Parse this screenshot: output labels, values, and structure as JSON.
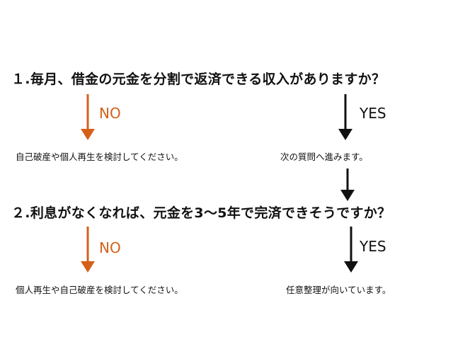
{
  "questions": {
    "q1": "１.毎月、借金の元金を分割で返済できる収入がありますか？",
    "q2": "２.利息がなくなれば、元金を3〜5年で完済できそうですか？"
  },
  "labels": {
    "no": "NO",
    "yes": "YES"
  },
  "answers": {
    "q1_no": "自己破産や個人再生を検討してください。",
    "q1_yes": "次の質問へ進みます。",
    "q2_no": "個人再生や自己破産を検討してください。",
    "q2_yes": "任意整理が向いています。"
  },
  "colors": {
    "no_arrow": "#d4601a",
    "yes_arrow": "#111111",
    "text": "#111111"
  }
}
